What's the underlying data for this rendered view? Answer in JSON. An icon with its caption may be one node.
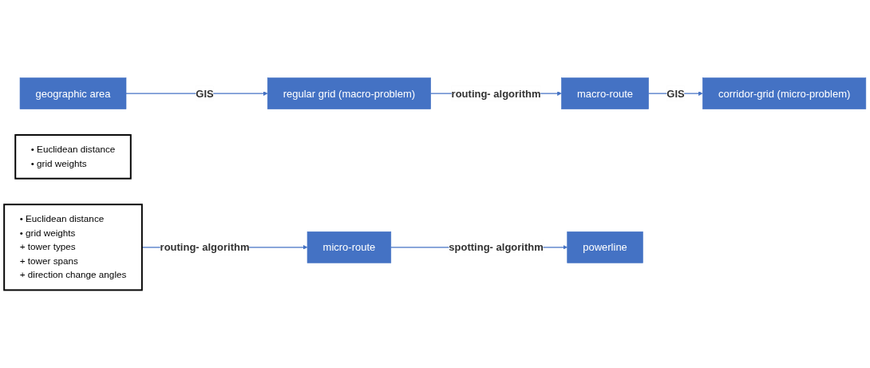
{
  "diagram": {
    "nodes": [
      {
        "text": [
          "geographic area"
        ]
      },
      {
        "text": [
          "regular grid (macro-problem)"
        ]
      },
      {
        "text": [
          "• Euclidean distance",
          "• grid weights"
        ]
      },
      {
        "text": [
          "macro-route"
        ]
      },
      {
        "text": [
          "corridor-grid (micro-problem)"
        ]
      },
      {
        "text": [
          "• Euclidean distance",
          "• grid weights",
          "+ tower types",
          "+ tower spans",
          "+ direction change angles"
        ]
      },
      {
        "text": [
          "micro-route"
        ]
      },
      {
        "text": [
          "powerline"
        ]
      }
    ],
    "edges": [
      {
        "from": 0,
        "to": 1,
        "arrow": "to",
        "label": "GIS"
      },
      {
        "from": 1,
        "to": 3,
        "arrow": "to",
        "label": "routing- algorithm"
      },
      {
        "from": 3,
        "to": 4,
        "arrow": "to",
        "label": "GIS"
      },
      {
        "from": 5,
        "to": 6,
        "arrow": "to",
        "label": "routing- algorithm"
      },
      {
        "from": 6,
        "to": 7,
        "arrow": "to",
        "label": "spotting- algorithm"
      }
    ]
  }
}
